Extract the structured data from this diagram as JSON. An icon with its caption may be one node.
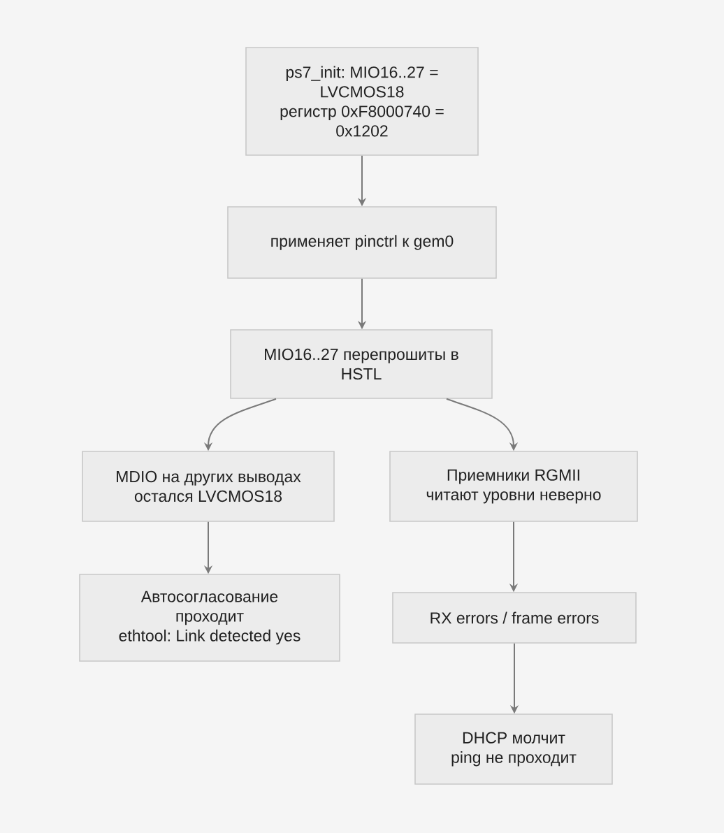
{
  "diagram": {
    "nodes": [
      {
        "text": [
          "ps7_init: MIO16..27 = LVCMOS18",
          "регистр 0xF8000740 = 0x1202"
        ]
      },
      {
        "text": [
          "применяет pinctrl к gem0"
        ]
      },
      {
        "text": [
          "MIO16..27 перепрошиты в HSTL"
        ]
      },
      {
        "text": [
          "MDIO на других выводах остался LVCMOS18"
        ]
      },
      {
        "text": [
          "Автосогласование проходит",
          "ethtool: Link detected yes"
        ]
      },
      {
        "text": [
          "Приемники RGMII",
          "читают уровни неверно"
        ]
      },
      {
        "text": [
          "RX errors / frame errors"
        ]
      },
      {
        "text": [
          "DHCP молчит",
          "ping не проходит"
        ]
      }
    ],
    "edges": [
      {
        "from": 0,
        "to": 1,
        "arrow": "to"
      },
      {
        "from": 1,
        "to": 2,
        "arrow": "to"
      },
      {
        "from": 2,
        "to": 3,
        "arrow": "to"
      },
      {
        "from": 2,
        "to": 5,
        "arrow": "to"
      },
      {
        "from": 3,
        "to": 4,
        "arrow": "to"
      },
      {
        "from": 5,
        "to": 6,
        "arrow": "to"
      },
      {
        "from": 6,
        "to": 7,
        "arrow": "to"
      }
    ]
  }
}
